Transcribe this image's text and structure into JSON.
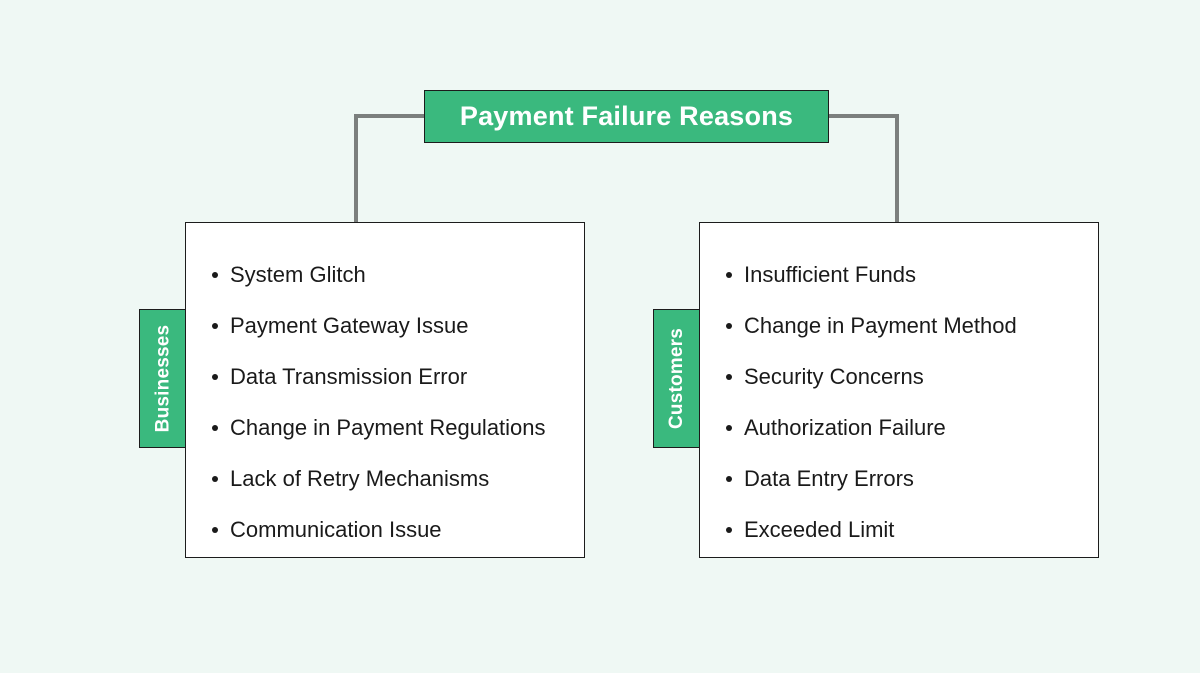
{
  "background_color": "#eff8f4",
  "accent_color": "#3ab97e",
  "connector_color": "#7b7f7d",
  "border_color": "#1c1c1c",
  "title": {
    "label": "Payment Failure Reasons"
  },
  "branches": [
    {
      "tab_label": "Businesses",
      "items": [
        "System Glitch",
        "Payment Gateway Issue",
        "Data Transmission Error",
        "Change in Payment Regulations",
        "Lack of Retry Mechanisms",
        "Communication Issue"
      ]
    },
    {
      "tab_label": "Customers",
      "items": [
        "Insufficient Funds",
        "Change in Payment Method",
        "Security Concerns",
        "Authorization Failure",
        "Data Entry Errors",
        "Exceeded Limit"
      ]
    }
  ]
}
